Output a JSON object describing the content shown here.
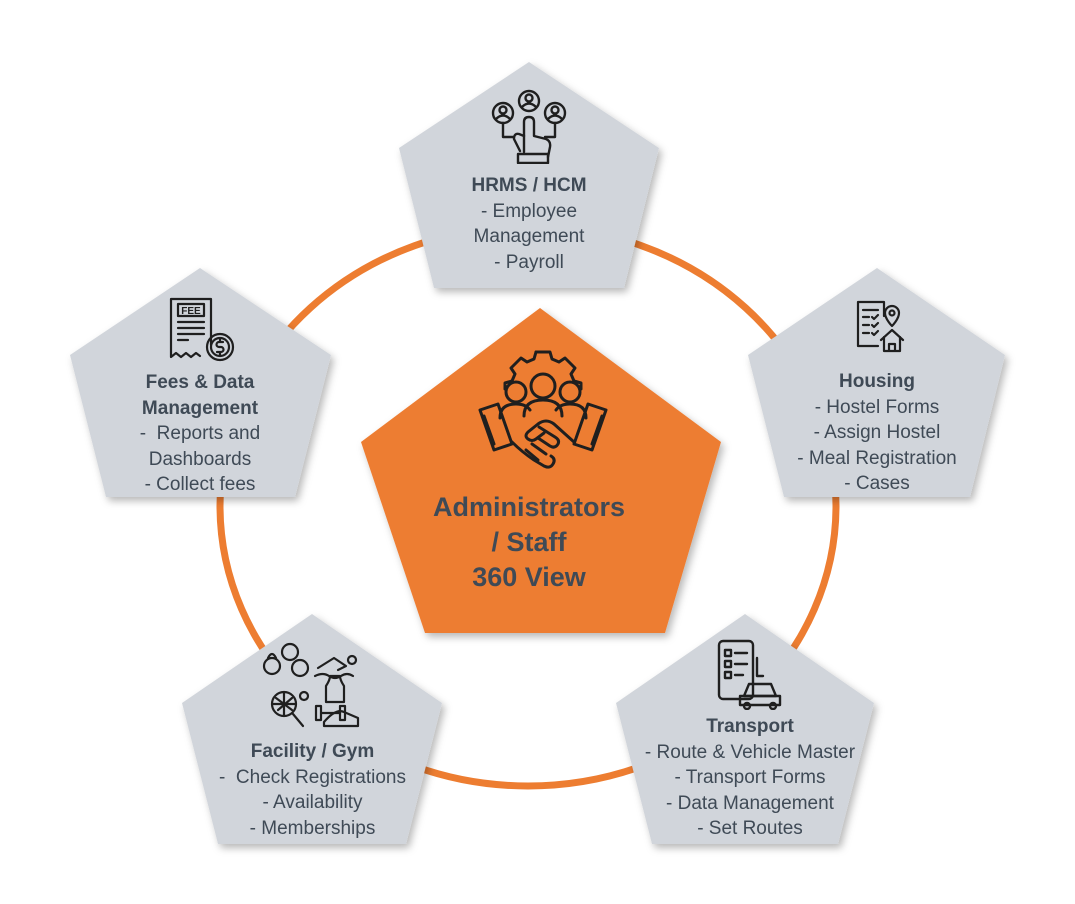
{
  "colors": {
    "accent": "#ED7D31",
    "node_fill": "#D1D5DB",
    "text": "#3F4A56",
    "icon_stroke": "#1F1F1F"
  },
  "center": {
    "lines": [
      "Administrators",
      "/ Staff",
      "360 View"
    ],
    "icon": "handshake-team-gear-icon"
  },
  "nodes": {
    "hrms": {
      "title": "HRMS / HCM",
      "lines": [
        "- Employee",
        "Management",
        "- Payroll"
      ],
      "icon": "people-network-hand-icon"
    },
    "housing": {
      "title": "Housing",
      "lines": [
        "- Hostel Forms",
        "- Assign Hostel",
        "- Meal Registration",
        "- Cases"
      ],
      "icon": "checklist-house-location-icon"
    },
    "transport": {
      "title": "Transport",
      "lines": [
        "- Route & Vehicle Master",
        "- Transport Forms",
        "- Data Management",
        "- Set Routes"
      ],
      "icon": "phone-car-icon"
    },
    "facility": {
      "title": "Facility / Gym",
      "lines": [
        "-  Check Registrations",
        "- Availability",
        "- Memberships"
      ],
      "icon": "sports-equipment-icon"
    },
    "fees": {
      "title": "Fees & Data",
      "title2": "Management",
      "lines": [
        "-  Reports and",
        "Dashboards",
        "- Collect fees"
      ],
      "icon": "fee-receipt-icon",
      "icon_label": "FEE"
    }
  }
}
